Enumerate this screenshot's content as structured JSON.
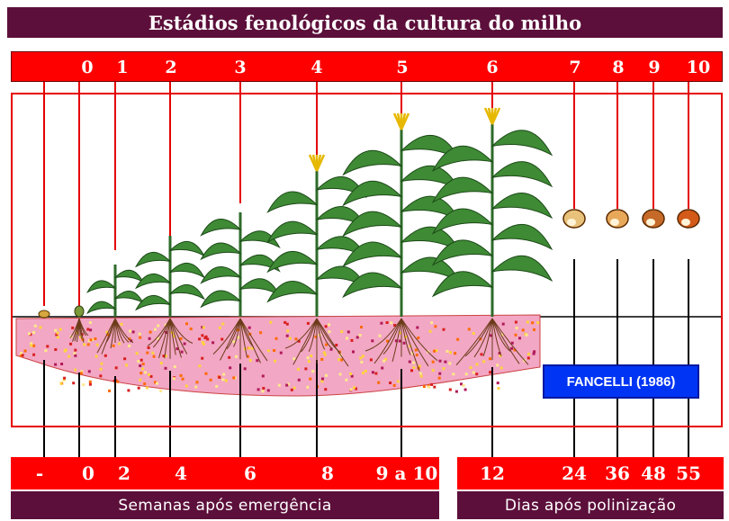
{
  "title": "Estádios fenológicos da cultura do milho",
  "stages": [
    "0",
    "1",
    "2",
    "3",
    "4",
    "5",
    "6",
    "7",
    "8",
    "9",
    "10"
  ],
  "weeks_axis": {
    "values": [
      "-",
      "0",
      "2",
      "4",
      "6",
      "8",
      "9 a 10"
    ],
    "caption": "Semanas após emergência"
  },
  "days_axis": {
    "values": [
      "12",
      "24",
      "36",
      "48",
      "55"
    ],
    "caption": "Dias após polinização"
  },
  "source_badge": "FANCELLI (1986)",
  "colors": {
    "title_bg": "#5c0f3a",
    "bar_red": "#ff0000",
    "badge_blue": "#0034f4",
    "soil_pink": "#f2a7c4",
    "plant_green": "#2e6b2a",
    "tassel_gold": "#e6b800"
  }
}
